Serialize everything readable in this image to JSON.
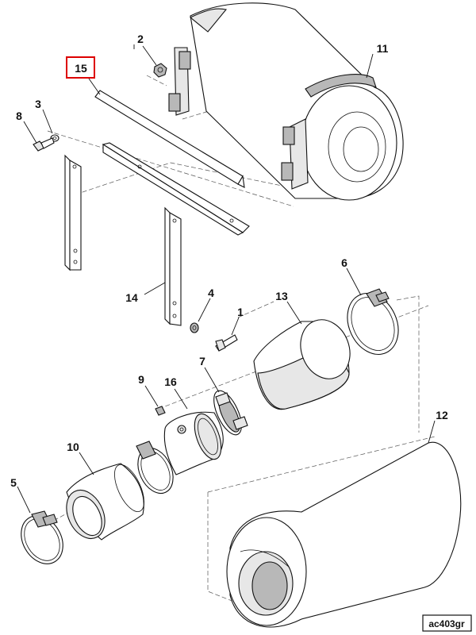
{
  "callouts": {
    "c1": "1",
    "c2": "2",
    "c3": "3",
    "c4": "4",
    "c5": "5",
    "c6": "6",
    "c7": "7",
    "c8": "8",
    "c9": "9",
    "c10": "10",
    "c11": "11",
    "c12": "12",
    "c13": "13",
    "c14": "14",
    "c15": "15",
    "c16": "16"
  },
  "highlight_color": "#dd0000",
  "reference_code": "ac403gr"
}
